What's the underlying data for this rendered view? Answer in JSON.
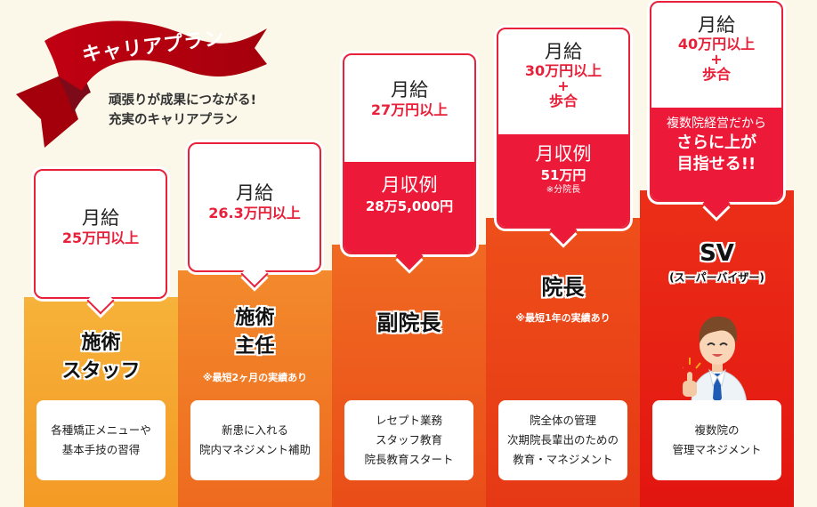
{
  "banner": {
    "title": "キャリアプラン",
    "subtitle_line1": "頑張りが成果につながる!",
    "subtitle_line2": "充実のキャリアプラン",
    "ribbon_color": "#b5000e"
  },
  "colors": {
    "background": "#fbf8e9",
    "accent_red": "#e8203a",
    "bubble_red": "#ec1a38",
    "column_colors": [
      "#f6a830",
      "#f07a25",
      "#ec5a1c",
      "#e84318",
      "#e62212"
    ]
  },
  "stages": [
    {
      "role": "施術\nスタッフ",
      "role_line1": "施術",
      "role_line2": "スタッフ",
      "note": "",
      "salary_label": "月給",
      "salary": "25万円以上",
      "description": "各種矯正メニューや\n基本手技の習得"
    },
    {
      "role_line1": "施術",
      "role_line2": "主任",
      "note": "※最短2ヶ月の実績あり",
      "salary_label": "月給",
      "salary": "26.3万円以上",
      "description": "新患に入れる\n院内マネジメント補助"
    },
    {
      "role_line1": "副院長",
      "note": "",
      "salary_label": "月給",
      "salary": "27万円以上",
      "income_label": "月収例",
      "income": "28万5,000円",
      "description": "レセプト業務\nスタッフ教育\n院長教育スタート"
    },
    {
      "role_line1": "院長",
      "note": "※最短1年の実績あり",
      "salary_label": "月給",
      "salary": "30万円以上\n+\n歩合",
      "income_label": "月収例",
      "income": "51万円",
      "income_note": "※分院長",
      "description": "院全体の管理\n次期院長輩出のための\n教育・マネジメント"
    },
    {
      "role_line1": "SV",
      "role_sub": "(スーパーバイザー)",
      "salary_label": "月給",
      "salary": "40万円以上\n+\n歩合",
      "message_small": "複数院経営だから",
      "message_big": "さらに上が\n目指せる!!",
      "illustration": "doctor-thumbs-up-icon",
      "description": "複数院の\n管理マネジメント"
    }
  ]
}
